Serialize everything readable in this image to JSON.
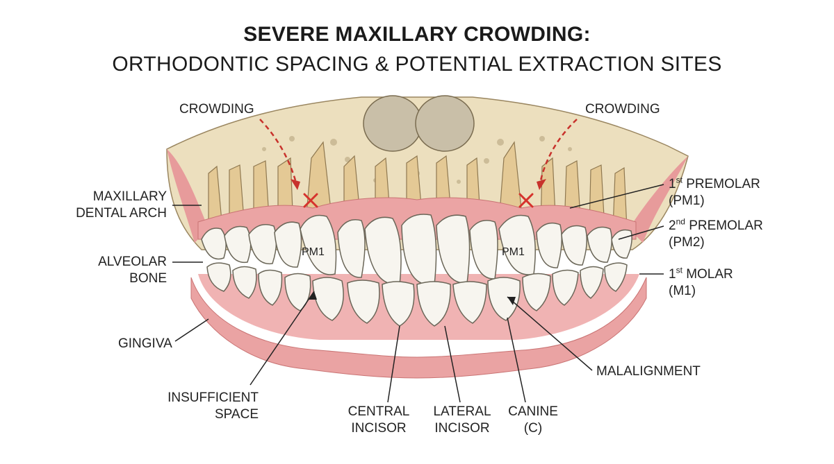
{
  "title": {
    "line1": "SEVERE MAXILLARY CROWDING:",
    "line2": "ORTHODONTIC SPACING & POTENTIAL EXTRACTION SITES"
  },
  "labels": {
    "crowding_left": "CROWDING",
    "crowding_right": "CROWDING",
    "maxillary_arch": [
      "MAXILLARY",
      "DENTAL ARCH"
    ],
    "alveolar_bone": [
      "ALVEOLAR",
      "BONE"
    ],
    "gingiva": "GINGIVA",
    "insufficient_space": [
      "INSUFFICIENT",
      "SPACE"
    ],
    "central_incisor": [
      "CENTRAL",
      "INCISOR"
    ],
    "lateral_incisor": [
      "LATERAL",
      "INCISOR"
    ],
    "canine": [
      "CANINE",
      "(C)"
    ],
    "malalignment": "MALALIGNMENT",
    "premolar1": {
      "num": "1",
      "sup": "st",
      "name": " PREMOLAR",
      "abbr": "(PM1)"
    },
    "premolar2": {
      "num": "2",
      "sup": "nd",
      "name": " PREMOLAR",
      "abbr": "(PM2)"
    },
    "molar1": {
      "num": "1",
      "sup": "st",
      "name": " MOLAR",
      "abbr": "(M1)"
    },
    "tooth_pm1_left": "PM1",
    "tooth_pm1_right": "PM1"
  },
  "colors": {
    "bone": "#e9dcb8",
    "gum": "#eaa3a3",
    "tooth": "#f7f5ef",
    "extraction_mark": "#d6322c",
    "crowding_arrow": "#c8322c"
  }
}
